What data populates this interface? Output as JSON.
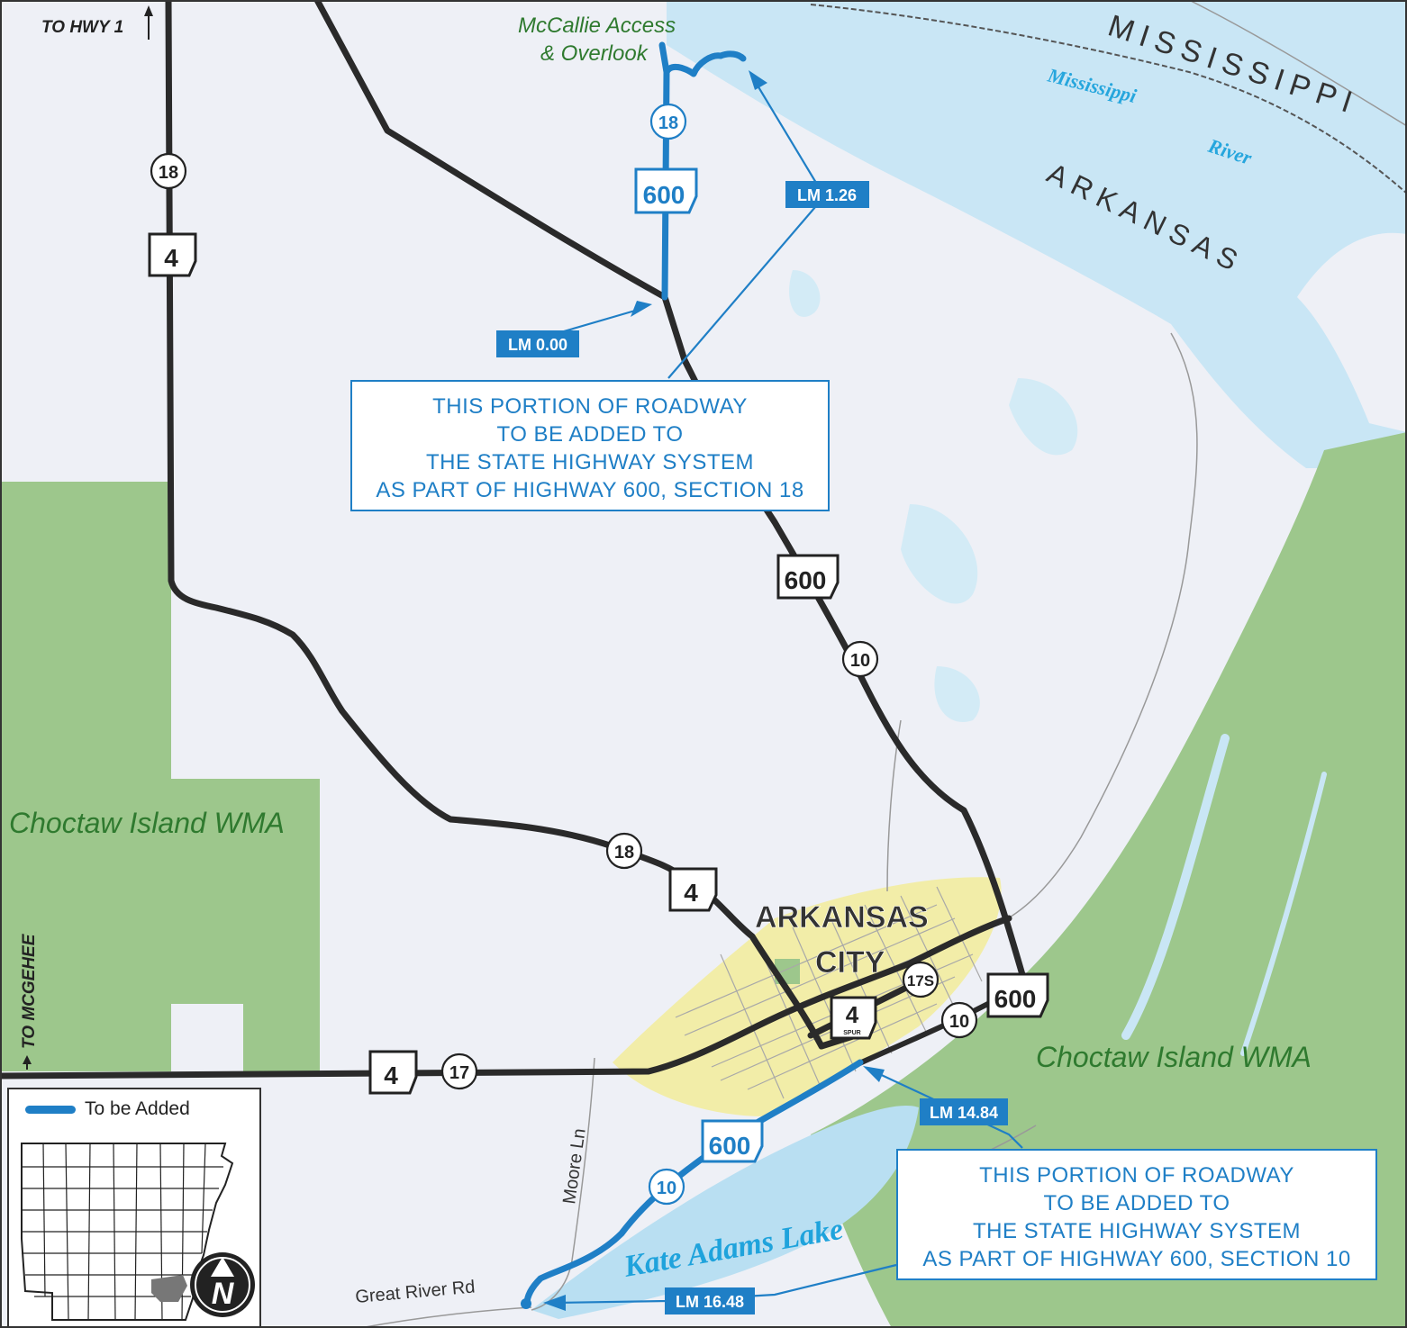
{
  "labels": {
    "to_hwy1": "TO HWY 1",
    "to_mcgehee": "TO MCGEHEE",
    "mccallie_line1": "McCallie Access",
    "mccallie_line2": "& Overlook",
    "state_mississippi": "MISSISSIPPI",
    "state_arkansas": "ARKANSAS",
    "river_line1": "Mississippi",
    "river_line2": "River",
    "wma_west": "Choctaw Island WMA",
    "wma_east": "Choctaw Island WMA",
    "city_line1": "ARKANSAS",
    "city_line2": "CITY",
    "lake": "Kate Adams Lake",
    "moore_ln": "Moore Ln",
    "great_river_rd": "Great River Rd"
  },
  "route_markers": {
    "hwy18_a": "18",
    "hwy4_a": "4",
    "hwy18_b": "18",
    "hwy600_a": "600",
    "hwy600_b": "600",
    "hwy10_a": "10",
    "hwy18_c": "18",
    "hwy4_b": "4",
    "hwy4_c": "4",
    "hwy17": "17",
    "hwy17s": "17S",
    "hwy4_spur": "4",
    "spur_text": "SPUR",
    "hwy600_c": "600",
    "hwy10_b": "10",
    "hwy600_d": "600",
    "hwy10_c": "10"
  },
  "log_miles": {
    "lm_126": "LM 1.26",
    "lm_000": "LM 0.00",
    "lm_1484": "LM 14.84",
    "lm_1648": "LM 16.48"
  },
  "callouts": {
    "section18": [
      "THIS PORTION OF ROADWAY",
      "TO BE ADDED TO",
      "THE STATE HIGHWAY SYSTEM",
      "AS PART OF HIGHWAY 600, SECTION 18"
    ],
    "section10": [
      "THIS PORTION OF ROADWAY",
      "TO BE ADDED TO",
      "THE STATE HIGHWAY SYSTEM",
      "AS PART OF HIGHWAY 600, SECTION 10"
    ]
  },
  "legend": {
    "to_be_added": "To be Added"
  },
  "colors": {
    "water": "#c9e6f5",
    "land": "#eef0f6",
    "wma_green": "#9dc78c",
    "city_yellow": "#f2eda8",
    "road_existing": "#2a2a2a",
    "road_added": "#1f7fc6",
    "label_green": "#2f7a2f",
    "river_text": "#26a6dd"
  }
}
